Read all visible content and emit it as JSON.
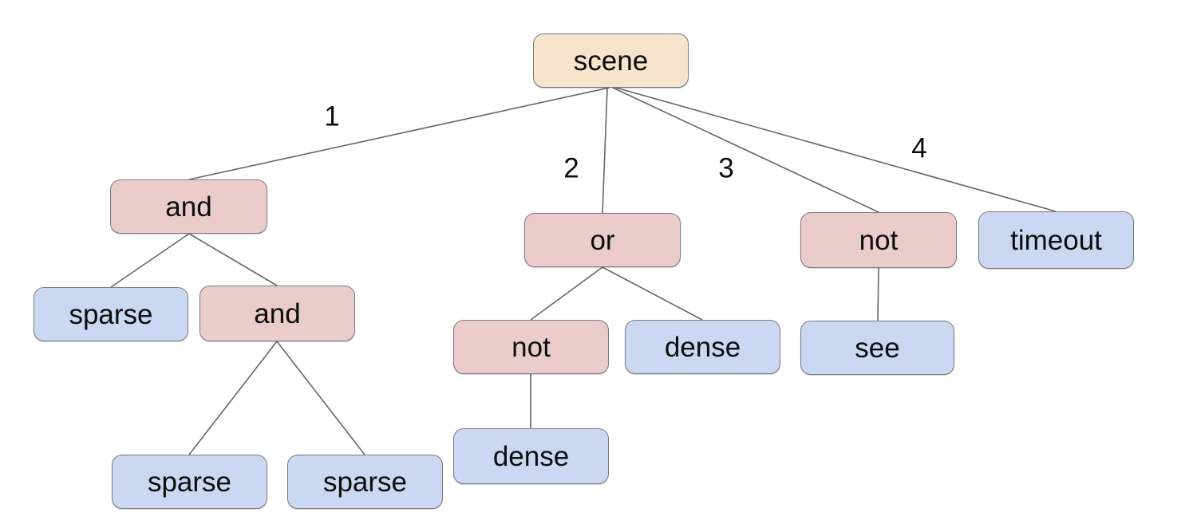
{
  "diagram": {
    "type": "tree",
    "root": "scene",
    "colors": {
      "root_fill": "#f6e4cc",
      "operator_fill": "#eacdca",
      "leaf_fill": "#cbd8f1",
      "node_border": "#7b7b7b",
      "edge_stroke": "#666666",
      "text": "#0d0d0d",
      "background": "#ffffff"
    },
    "nodes": [
      {
        "id": "scene",
        "label": "scene",
        "role": "root"
      },
      {
        "id": "and-1",
        "label": "and",
        "role": "operator"
      },
      {
        "id": "or-1",
        "label": "or",
        "role": "operator"
      },
      {
        "id": "not-1",
        "label": "not",
        "role": "operator"
      },
      {
        "id": "timeout-1",
        "label": "timeout",
        "role": "leaf"
      },
      {
        "id": "sparse-1",
        "label": "sparse",
        "role": "leaf"
      },
      {
        "id": "and-2",
        "label": "and",
        "role": "operator"
      },
      {
        "id": "not-2",
        "label": "not",
        "role": "operator"
      },
      {
        "id": "dense-1",
        "label": "dense",
        "role": "leaf"
      },
      {
        "id": "see-1",
        "label": "see",
        "role": "leaf"
      },
      {
        "id": "sparse-2",
        "label": "sparse",
        "role": "leaf"
      },
      {
        "id": "sparse-3",
        "label": "sparse",
        "role": "leaf"
      },
      {
        "id": "dense-2",
        "label": "dense",
        "role": "leaf"
      }
    ],
    "edges": [
      {
        "from": "scene",
        "to": "and-1",
        "label": "1"
      },
      {
        "from": "scene",
        "to": "or-1",
        "label": "2"
      },
      {
        "from": "scene",
        "to": "not-1",
        "label": "3"
      },
      {
        "from": "scene",
        "to": "timeout-1",
        "label": "4"
      },
      {
        "from": "and-1",
        "to": "sparse-1",
        "label": ""
      },
      {
        "from": "and-1",
        "to": "and-2",
        "label": ""
      },
      {
        "from": "and-2",
        "to": "sparse-2",
        "label": ""
      },
      {
        "from": "and-2",
        "to": "sparse-3",
        "label": ""
      },
      {
        "from": "or-1",
        "to": "not-2",
        "label": ""
      },
      {
        "from": "or-1",
        "to": "dense-1",
        "label": ""
      },
      {
        "from": "not-1",
        "to": "see-1",
        "label": ""
      },
      {
        "from": "not-2",
        "to": "dense-2",
        "label": ""
      }
    ]
  }
}
